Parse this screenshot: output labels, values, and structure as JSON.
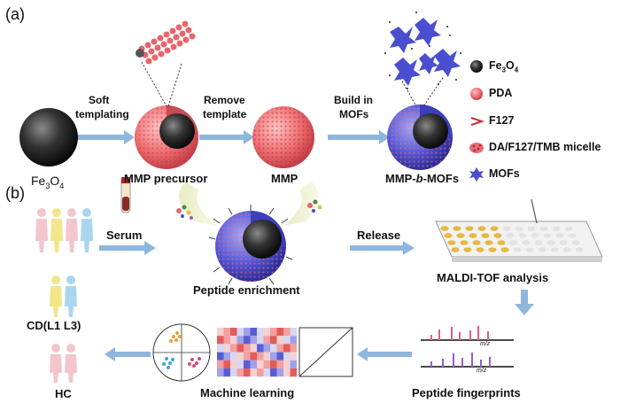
{
  "panel_a": {
    "label": "(a)",
    "step1": [
      "Soft",
      "templating"
    ],
    "step2": [
      "Remove",
      "template"
    ],
    "step3": [
      "Build in",
      "MOFs"
    ],
    "fe3o4": {
      "base": "Fe",
      "sub1": "3",
      "mid": "O",
      "sub2": "4"
    },
    "mmp_precursor": "MMP precursor",
    "mmp": "MMP",
    "mmp_b_mofs": {
      "pre": "MMP-",
      "italic": "b",
      "post": "-MOFs"
    }
  },
  "legend": [
    {
      "icon": "black-sphere",
      "text": {
        "base": "Fe",
        "sub1": "3",
        "mid": "O",
        "sub2": "4"
      }
    },
    {
      "icon": "pink-sphere",
      "text": "PDA"
    },
    {
      "icon": "red-chevron",
      "text": "F127"
    },
    {
      "icon": "micelle",
      "text": "DA/F127/TMB micelle"
    },
    {
      "icon": "mof-cluster",
      "text": "MOFs"
    }
  ],
  "panel_b": {
    "label": "(b)",
    "serum": "Serum",
    "release": "Release",
    "peptide_enrichment": "Peptide enrichment",
    "maldi": "MALDI-TOF analysis",
    "cd": "CD(L1 L3)",
    "hc": "HC",
    "machine_learning": "Machine learning",
    "peptide_fingerprints": "Peptide fingerprints",
    "mz": "m/z"
  },
  "colors": {
    "arrow": "#8fb6dc",
    "pda": "#e8727c",
    "mof": "#4a4fd0",
    "core": "#2b2b2b",
    "plate_well": "#e6b840"
  }
}
